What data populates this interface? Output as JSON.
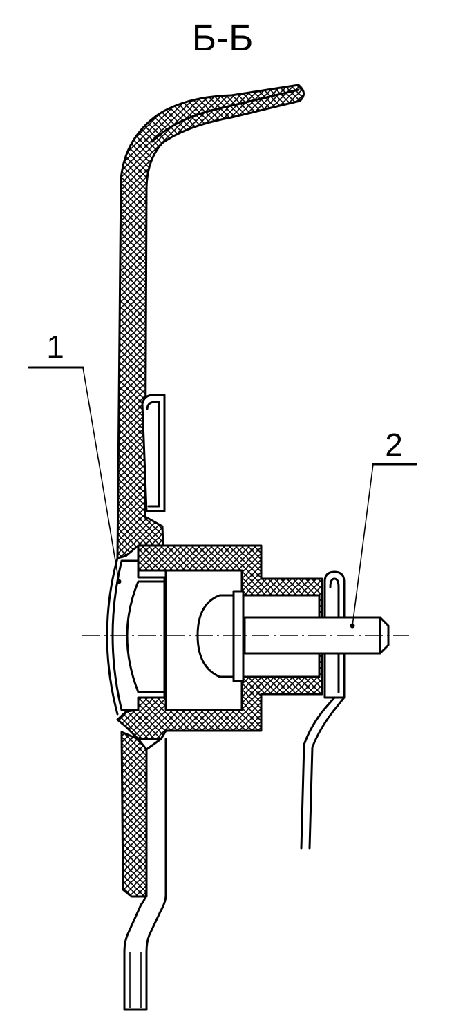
{
  "section_title": "Б-Б",
  "callouts": [
    {
      "id": "1",
      "label": "1"
    },
    {
      "id": "2",
      "label": "2"
    }
  ],
  "colors": {
    "ink": "#000000",
    "paper": "#ffffff"
  }
}
